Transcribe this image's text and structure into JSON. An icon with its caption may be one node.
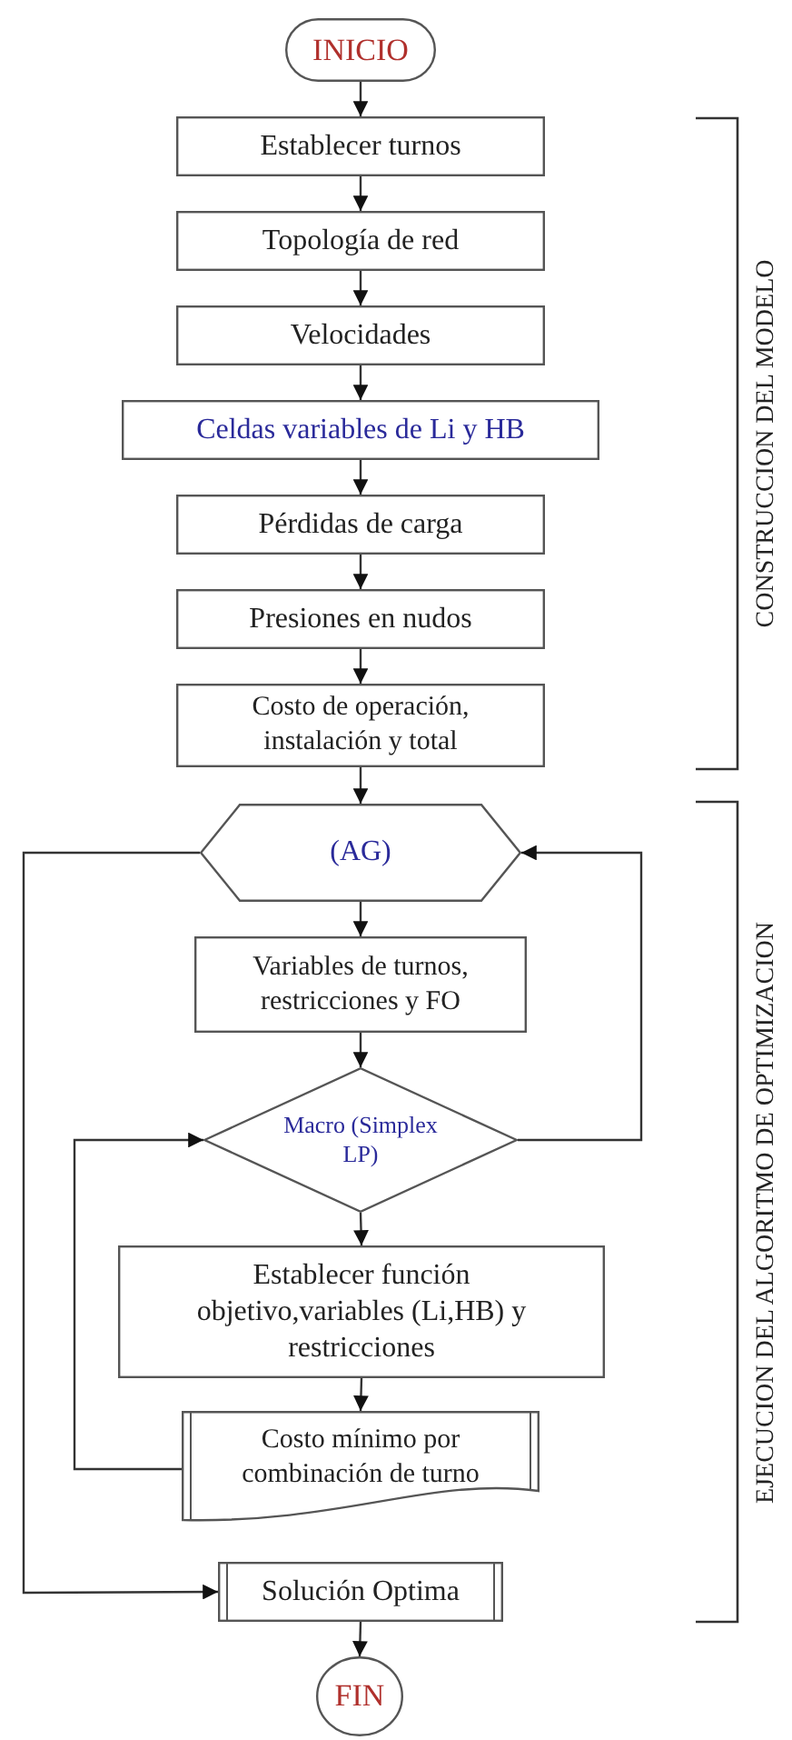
{
  "diagram": {
    "nodes": [
      {
        "text": [
          "INICIO"
        ]
      },
      {
        "text": [
          "Establecer turnos"
        ]
      },
      {
        "text": [
          "Topología de red"
        ]
      },
      {
        "text": [
          "Velocidades"
        ]
      },
      {
        "text": [
          "Celdas variables de Li y HB"
        ]
      },
      {
        "text": [
          "Pérdidas de carga"
        ]
      },
      {
        "text": [
          "Presiones en nudos"
        ]
      },
      {
        "text": [
          "Costo de operación, instalación y total"
        ]
      },
      {
        "text": [
          "(AG)"
        ]
      },
      {
        "text": [
          "Variables de turnos, restricciones y FO"
        ]
      },
      {
        "text": [
          "Macro (Simplex LP)"
        ]
      },
      {
        "text": [
          "Establecer función objetivo,variables (Li,HB) y restricciones"
        ]
      },
      {
        "text": [
          "Costo mínimo por combinación de turno"
        ]
      },
      {
        "text": [
          "Solución Optima"
        ]
      },
      {
        "text": [
          "FIN"
        ]
      }
    ],
    "edges": [
      {
        "from": 0,
        "to": 1,
        "arrow": "to"
      },
      {
        "from": 1,
        "to": 2,
        "arrow": "to"
      },
      {
        "from": 2,
        "to": 3,
        "arrow": "to"
      },
      {
        "from": 3,
        "to": 4,
        "arrow": "to"
      },
      {
        "from": 4,
        "to": 5,
        "arrow": "to"
      },
      {
        "from": 5,
        "to": 6,
        "arrow": "to"
      },
      {
        "from": 6,
        "to": 7,
        "arrow": "to"
      },
      {
        "from": 7,
        "to": 8,
        "arrow": "to"
      },
      {
        "from": 8,
        "to": 9,
        "arrow": "to"
      },
      {
        "from": 9,
        "to": 10,
        "arrow": "to"
      },
      {
        "from": 10,
        "to": 11,
        "arrow": "to"
      },
      {
        "from": 11,
        "to": 12,
        "arrow": "to"
      },
      {
        "from": 10,
        "to": 8,
        "arrow": "to"
      },
      {
        "from": 12,
        "to": 10,
        "arrow": "to"
      },
      {
        "from": 8,
        "to": 13,
        "arrow": "to"
      },
      {
        "from": 13,
        "to": 14,
        "arrow": "to"
      }
    ],
    "labels": [
      "CONSTRUCCION DEL MODELO",
      "EJECUCION DEL ALGORITMO DE OPTIMIZACION"
    ]
  }
}
